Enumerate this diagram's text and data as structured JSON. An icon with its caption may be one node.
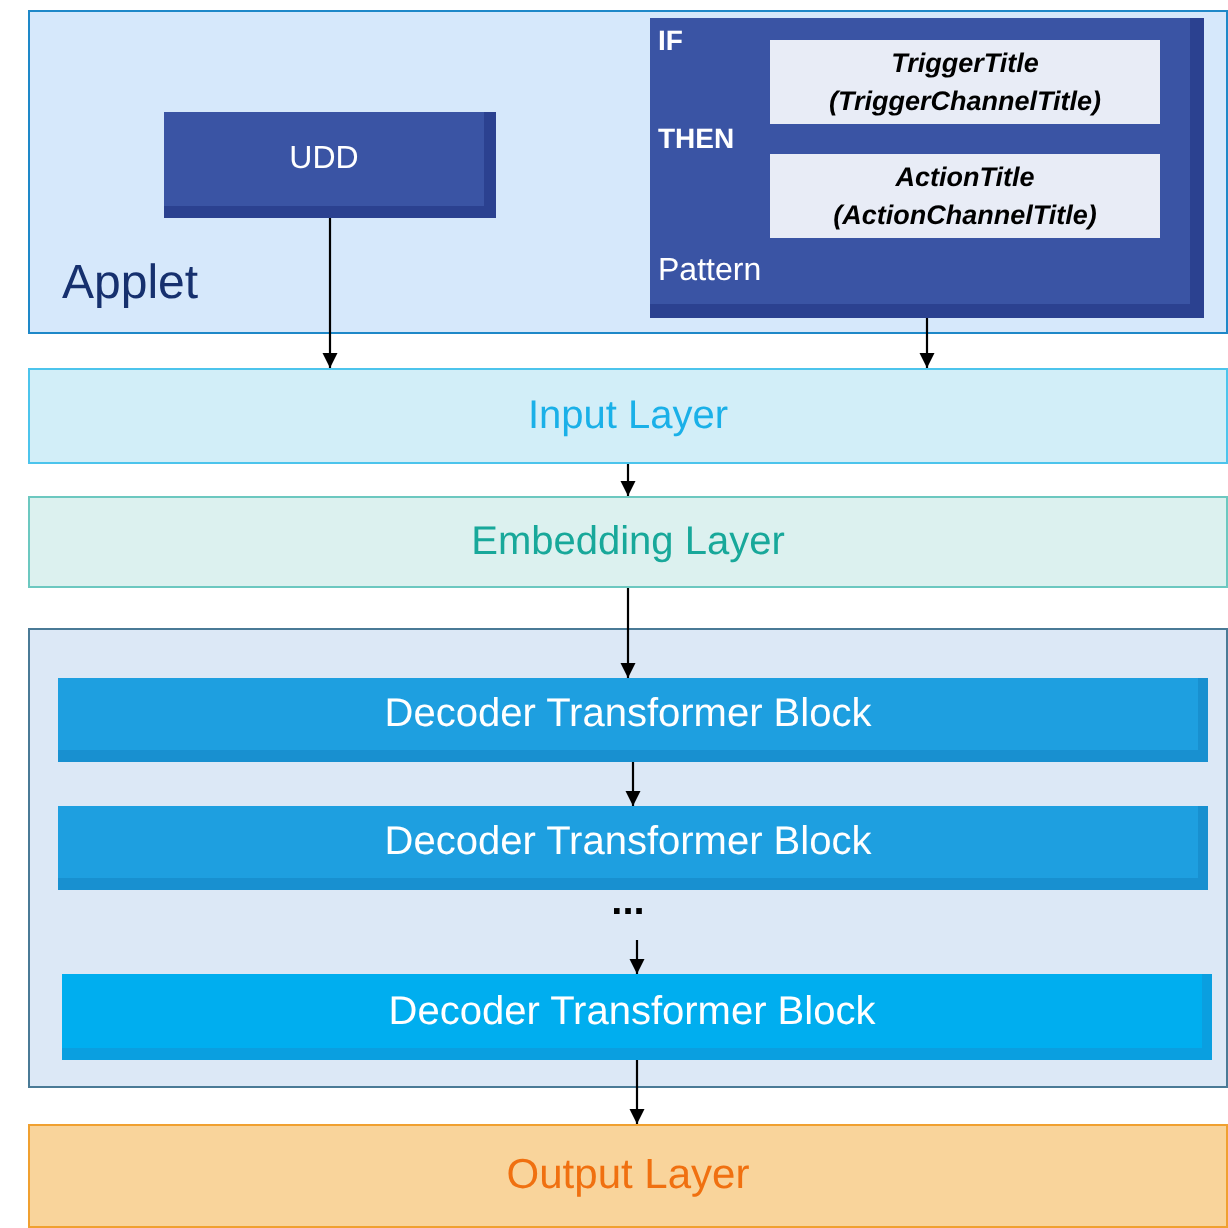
{
  "diagram": {
    "nodes": [
      {
        "text": [
          "Applet"
        ]
      },
      {
        "text": [
          "UDD"
        ],
        "in": 0
      },
      {
        "text": [
          "IF",
          "THEN",
          "Pattern"
        ],
        "in": 0
      },
      {
        "text": [
          "TriggerTitle (TriggerChannelTitle)"
        ],
        "in": 2
      },
      {
        "text": [
          "ActionTitle (ActionChannelTitle)"
        ],
        "in": 2
      },
      {
        "text": [
          "Input Layer"
        ]
      },
      {
        "text": [
          "Embedding Layer"
        ]
      },
      {
        "text": [],
        "shape": "box"
      },
      {
        "text": [
          "Decoder Transformer Block"
        ],
        "in": 7
      },
      {
        "text": [
          "Decoder Transformer Block"
        ],
        "in": 7
      },
      {
        "text": [
          "Decoder Transformer Block"
        ],
        "in": 7
      },
      {
        "text": [
          "Output Layer"
        ]
      }
    ],
    "edges": [
      {
        "from": 1,
        "to": 5,
        "arrow": "to"
      },
      {
        "from": 2,
        "to": 5,
        "arrow": "to"
      },
      {
        "from": 5,
        "to": 6,
        "arrow": "to"
      },
      {
        "from": 6,
        "to": 8,
        "arrow": "to"
      },
      {
        "from": 8,
        "to": 9,
        "arrow": "to"
      },
      {
        "from": null,
        "to": 10,
        "arrow": "to"
      },
      {
        "from": 10,
        "to": 11,
        "arrow": "to"
      }
    ],
    "labels": [
      "..."
    ]
  }
}
